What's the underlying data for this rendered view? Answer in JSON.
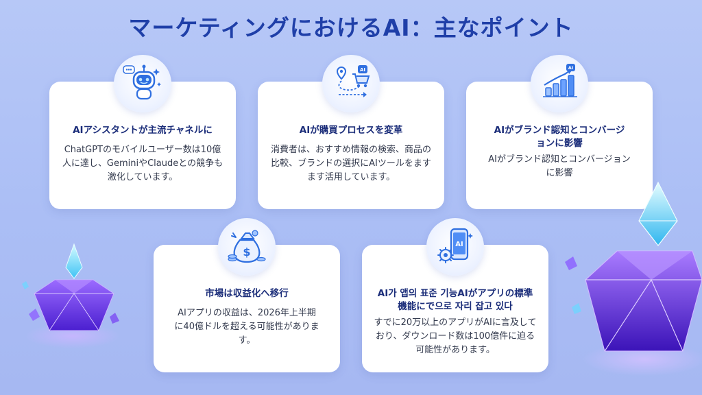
{
  "header": {
    "title": "マーケティングにおけるAI：主なポイント"
  },
  "cards": [
    {
      "title": "AIアシスタントが主流チャネルに",
      "desc": "ChatGPTのモバイルユーザー数は10億人に達し、GeminiやClaudeとの競争も激化しています。",
      "icon": "chatbot-robot-icon"
    },
    {
      "title": "AIが購買プロセスを変革",
      "desc": "消費者は、おすすめ情報の検索、商品の比較、ブランドの選択にAIツールをますます活用しています。",
      "icon": "shopping-journey-icon"
    },
    {
      "title": "AIがブランド認知とコンバージョンに影響",
      "desc": "AIがブランド認知とコンバージョンに影響",
      "icon": "growth-chart-icon"
    },
    {
      "title": "市場は収益化へ移行",
      "desc": "AIアプリの収益は、2026年上半期に40億ドルを超える可能性があります。",
      "icon": "money-bag-icon"
    },
    {
      "title": "AI가 앱의 표준 기능AIがアプリの標準機能にで으로 자리 잡고 있다",
      "desc": "すでに20万以上のアプリがAIに言及しており、ダウンロード数は100億件に迫る可能性があります。",
      "icon": "ai-smartphone-icon"
    }
  ],
  "icon_labels": {
    "ai_badge": "AI",
    "dollar": "$"
  },
  "colors": {
    "title": "#1f3fa8",
    "card_title": "#1c2e7a",
    "icon_blue": "#2f6fe0",
    "gem_purple": "#7a3ff0",
    "gem_cyan": "#5fe3ff"
  }
}
